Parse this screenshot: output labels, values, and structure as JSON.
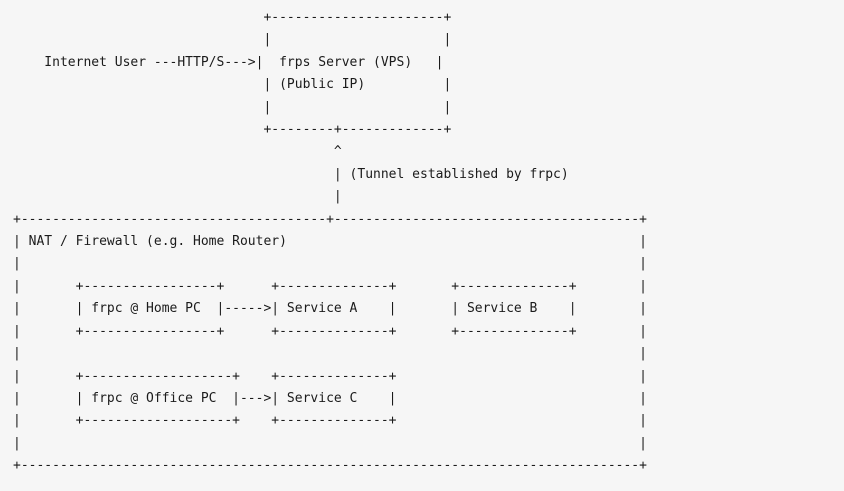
{
  "diagram": {
    "lines": [
      "                                +----------------------+",
      "                                |                      |",
      "    Internet User ---HTTP/S--->|  frps Server (VPS)   |",
      "                                | (Public IP)          |",
      "                                |                      |",
      "                                +--------+-------------+",
      "                                         ^",
      "                                         | (Tunnel established by frpc)",
      "                                         |",
      "+---------------------------------------+---------------------------------------+",
      "| NAT / Firewall (e.g. Home Router)                                             |",
      "|                                                                               |",
      "|       +-----------------+      +--------------+       +--------------+        |",
      "|       | frpc @ Home PC  |----->| Service A    |       | Service B    |        |",
      "|       +-----------------+      +--------------+       +--------------+        |",
      "|                                                                               |",
      "|       +-------------------+    +--------------+                               |",
      "|       | frpc @ Office PC  |--->| Service C    |                               |",
      "|       +-------------------+    +--------------+                               |",
      "|                                                                               |",
      "+-------------------------------------------------------------------------------+"
    ]
  }
}
